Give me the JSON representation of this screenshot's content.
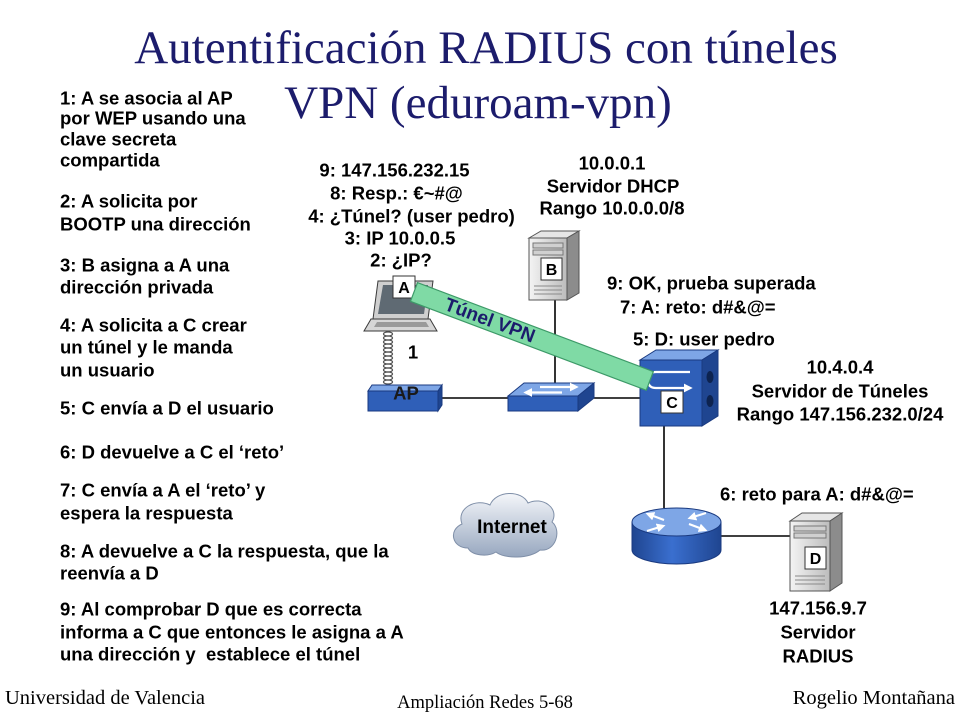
{
  "title": {
    "line1": "Autentificación RADIUS con túneles",
    "line2": "VPN (eduroam-vpn)"
  },
  "steps": [
    {
      "lines": [
        "1: A se asocia al AP",
        "por WEP usando una",
        "clave secreta",
        "compartida"
      ]
    },
    {
      "lines": [
        "2: A solicita por",
        "BOOTP una dirección"
      ]
    },
    {
      "lines": [
        "3: B asigna a A una",
        "dirección privada"
      ]
    },
    {
      "lines": [
        "4: A solicita a C crear",
        "un túnel y le manda",
        "un usuario"
      ]
    },
    {
      "lines": [
        "5: C envía a D el usuario"
      ]
    },
    {
      "lines": [
        "6: D devuelve a C el ‘reto’"
      ]
    },
    {
      "lines": [
        "7: C envía a A el ‘reto’ y",
        "espera la respuesta"
      ]
    },
    {
      "lines": [
        "8: A devuelve a C la respuesta, que la",
        "reenvía a D"
      ]
    },
    {
      "lines": [
        "9: Al comprobar D que es correcta",
        "informa a C que entonces le asigna a A",
        "una dirección y  establece el túnel"
      ]
    }
  ],
  "diagram": {
    "client_a": {
      "label": "A",
      "icon": "laptop-icon",
      "messages": [
        "9: 147.156.232.15",
        "8: Resp.: €~#@",
        "4: ¿Túnel? (user pedro)",
        "3: IP 10.0.0.5",
        "2: ¿IP?"
      ]
    },
    "access_point": {
      "label": "AP",
      "link_label": "1",
      "icon": "wireless-access-point-icon"
    },
    "server_b": {
      "label": "B",
      "icon": "server-icon",
      "lines": [
        "10.0.0.1",
        "Servidor DHCP",
        "Rango 10.0.0.0/8"
      ]
    },
    "tunnel_server_c": {
      "label": "C",
      "icon": "vpn-concentrator-icon",
      "lines": [
        "10.4.0.4",
        "Servidor de Túneles",
        "Rango 147.156.232.0/24"
      ],
      "messages": [
        "9: OK, prueba superada",
        "7: A: reto: d#&@=",
        "5: D: user pedro"
      ]
    },
    "radius_server_d": {
      "label": "D",
      "icon": "server-icon",
      "lines": [
        "147.156.9.7",
        "Servidor",
        "RADIUS"
      ],
      "message": "6: reto para A: d#&@="
    },
    "switch": {
      "icon": "switch-icon"
    },
    "router": {
      "icon": "router-icon"
    },
    "internet": {
      "label": "Internet",
      "icon": "cloud-icon"
    },
    "tunnel": {
      "label": "Túnel VPN"
    }
  },
  "footer": {
    "institution": "Universidad de Valencia",
    "course_page": "Ampliación Redes 5-68",
    "author": "Rogelio Montañana"
  },
  "colors": {
    "title": "#1c1c6c",
    "text": "#000000",
    "device_blue": "#2f5fb8",
    "device_blue_light": "#7ea6e6",
    "device_blue_dark": "#1f4590",
    "tunnel_fill": "#7fdaa5",
    "tunnel_text": "#1c1c6c"
  }
}
